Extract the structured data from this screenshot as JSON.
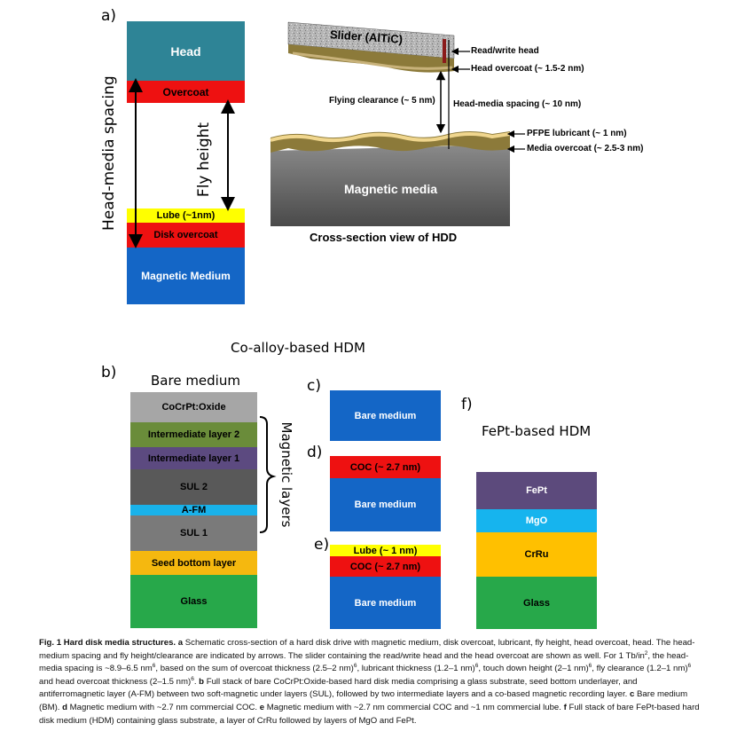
{
  "panel_a": {
    "label": "a)",
    "stack": {
      "head": "Head",
      "overcoat": "Overcoat",
      "lube": "Lube (~1nm)",
      "disk_overcoat": "Disk overcoat",
      "magnetic_medium": "Magnetic Medium"
    },
    "head_media_spacing": "Head-media spacing",
    "fly_height": "Fly height",
    "cross_section": {
      "slider": "Slider (AlTiC)",
      "read_write_head": "Read/write head",
      "head_overcoat": "Head overcoat (~ 1.5-2 nm)",
      "flying_clearance": "Flying clearance (~ 5 nm)",
      "head_media_spacing": "Head-media spacing (~ 10 nm)",
      "pfpe_lubricant": "PFPE lubricant (~ 1 nm)",
      "media_overcoat": "Media overcoat (~ 2.5-3 nm)",
      "magnetic_media": "Magnetic media",
      "title": "Cross-section view of HDD"
    }
  },
  "co_alloy_title": "Co-alloy-based HDM",
  "panel_b": {
    "label": "b)",
    "title": "Bare medium",
    "layers": {
      "cocrpt": "CoCrPt:Oxide",
      "il2": "Intermediate layer 2",
      "il1": "Intermediate layer 1",
      "sul2": "SUL 2",
      "afm": "A-FM",
      "sul1": "SUL 1",
      "seed": "Seed bottom layer",
      "glass": "Glass"
    },
    "magnetic_layers": "Magnetic layers"
  },
  "panel_c": {
    "label": "c)",
    "bare_medium": "Bare medium"
  },
  "panel_d": {
    "label": "d)",
    "coc": "COC (~ 2.7 nm)",
    "bare_medium": "Bare medium"
  },
  "panel_e": {
    "label": "e)",
    "lube": "Lube (~ 1 nm)",
    "coc": "COC (~ 2.7 nm)",
    "bare_medium": "Bare medium"
  },
  "panel_f": {
    "label": "f)",
    "title": "FePt-based HDM",
    "layers": {
      "fept": "FePt",
      "mgo": "MgO",
      "crru": "CrRu",
      "glass": "Glass"
    }
  },
  "caption": {
    "p1": "Fig. 1 Hard disk media structures.",
    "p2": "a",
    "p3": " Schematic cross-section of a hard disk drive with magnetic medium, disk overcoat, lubricant, fly height, head overcoat, head. The head-medium spacing and fly height/clearance are indicated by arrows. The slider containing the read/write head and the head overcoat are shown as well. For 1 Tb/in",
    "p4": "2",
    "p5": ", the head-media spacing is ~8.9–6.5 nm",
    "p6": "6",
    "p7": ", based on the sum of overcoat thickness (2.5–2 nm)",
    "p8": "6",
    "p9": ", lubricant thickness (1.2–1 nm)",
    "p10": "6",
    "p11": ", touch down height (2–1 nm)",
    "p12": "6",
    "p13": ", fly clearance (1.2–1 nm)",
    "p14": "6",
    "p15": " and head overcoat thickness (2–1.5 nm)",
    "p16": "6",
    "p17": ". ",
    "p18": "b",
    "p19": " Full stack of bare CoCrPt:Oxide-based hard disk media comprising a glass substrate, seed bottom underlayer, and antiferromagnetic layer (A-FM) between two soft-magnetic under layers (SUL), followed by two intermediate layers and a co-based magnetic recording layer. ",
    "p20": "c",
    "p21": " Bare medium (BM). ",
    "p22": "d",
    "p23": " Magnetic medium with ~2.7 nm commercial COC. ",
    "p24": "e",
    "p25": " Magnetic medium with ~2.7 nm commercial COC and ~1 nm commercial lube. ",
    "p26": "f",
    "p27": " Full stack of bare FePt-based hard disk medium (HDM) containing glass substrate, a layer of CrRu followed by layers of MgO and FePt."
  },
  "colors": {
    "head": "#2e8496",
    "red": "#ee1111",
    "yellow": "#ffff00",
    "blue": "#1466c6",
    "cocrpt": "#a6a6a6",
    "intermediate2": "#6a8c3a",
    "intermediate1": "#5c4a80",
    "sul": "#595959",
    "afm": "#19b2ea",
    "seed": "#f5b80f",
    "glass": "#27a84a",
    "fept": "#5c4a7c",
    "mgo": "#16b4ee",
    "crru": "#ffc000"
  }
}
